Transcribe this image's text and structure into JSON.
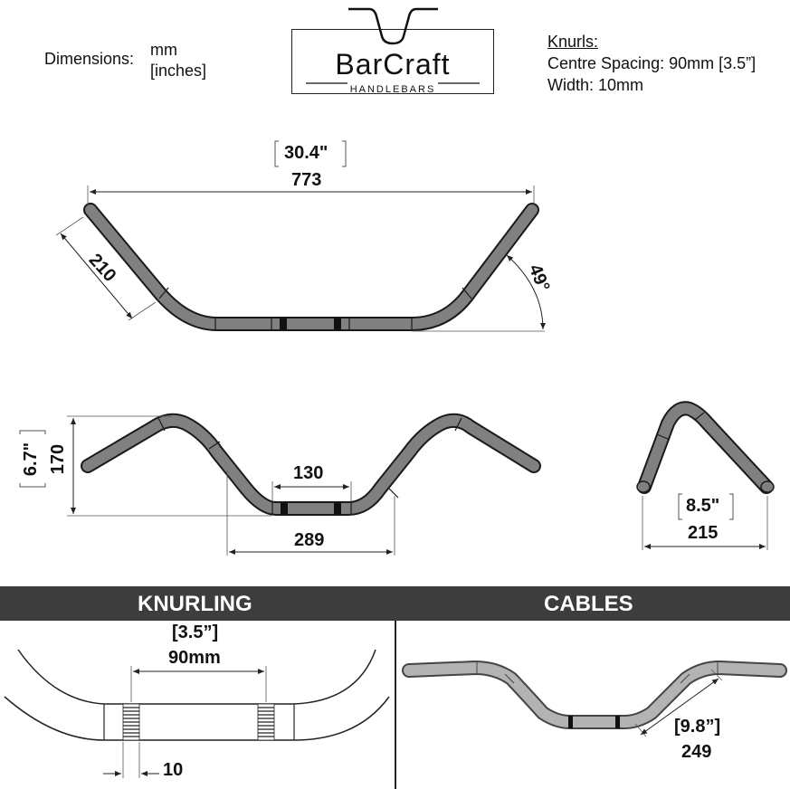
{
  "header": {
    "dimensions_label": "Dimensions:",
    "unit_mm": "mm",
    "unit_inches": "[inches]",
    "brand_name": "BarCraft",
    "brand_sub": "HANDLEBARS",
    "knurls_title": "Knurls:",
    "knurls_spacing": "Centre Spacing: 90mm [3.5”]",
    "knurls_width": "Width: 10mm"
  },
  "top_view": {
    "width_in": "30.4\"",
    "width_mm": "773",
    "rise_len": "210",
    "angle": "49°"
  },
  "front_view": {
    "height_in": "6.7\"",
    "height_mm": "170",
    "center_mm": "130",
    "base_mm": "289"
  },
  "side_view": {
    "pullback_in": "8.5\"",
    "pullback_mm": "215"
  },
  "knurling": {
    "title": "KNURLING",
    "spacing_in": "[3.5”]",
    "spacing_mm": "90mm",
    "width_mm": "10"
  },
  "cables": {
    "title": "CABLES",
    "length_in": "[9.8”]",
    "length_mm": "249"
  },
  "colors": {
    "bar_fill": "#808080",
    "bar_stroke": "#1a1a1a",
    "band": "#3d3d3d",
    "cable_bar": "#b3b3b3"
  }
}
